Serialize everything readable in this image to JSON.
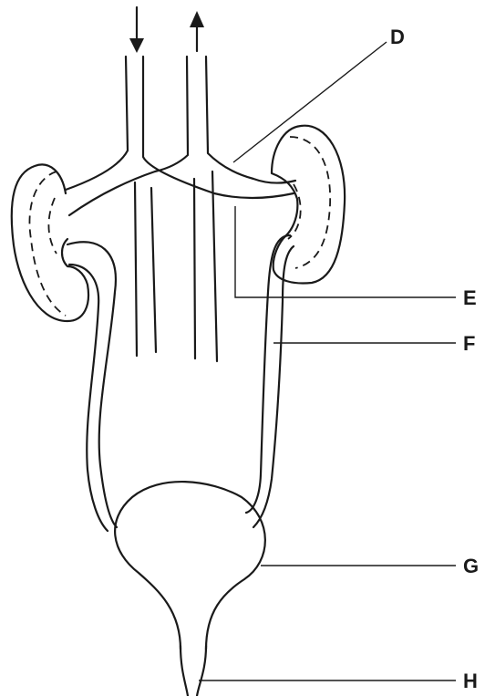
{
  "labels": {
    "d": "D",
    "e": "E",
    "f": "F",
    "g": "G",
    "h": "H"
  },
  "colors": {
    "line": "#1a1a1a",
    "background": "#ffffff"
  }
}
